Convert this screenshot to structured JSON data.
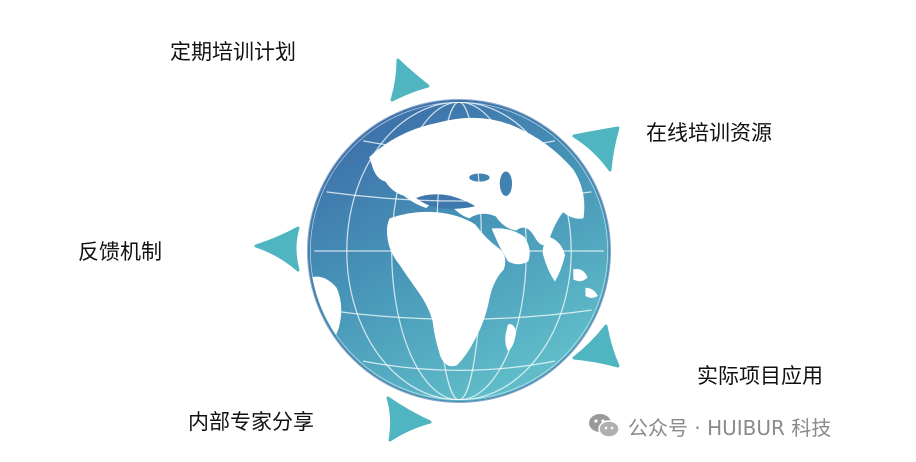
{
  "labels": {
    "top": "定期培训计划",
    "right_upper": "在线培训资源",
    "left": "反馈机制",
    "right_lower": "实际项目应用",
    "bottom": "内部专家分享"
  },
  "watermark": {
    "text": "公众号 · HUIBUR 科技",
    "icon": "wechat-icon"
  },
  "icons": {
    "globe": "globe-icon",
    "arrow": "triangle-arrow-icon"
  },
  "colors": {
    "arrow": "#4fb5c0",
    "globe_top": "#3a6aa8",
    "globe_bottom": "#5ab6c6",
    "text": "#111111",
    "watermark": "#8a8a8a"
  }
}
